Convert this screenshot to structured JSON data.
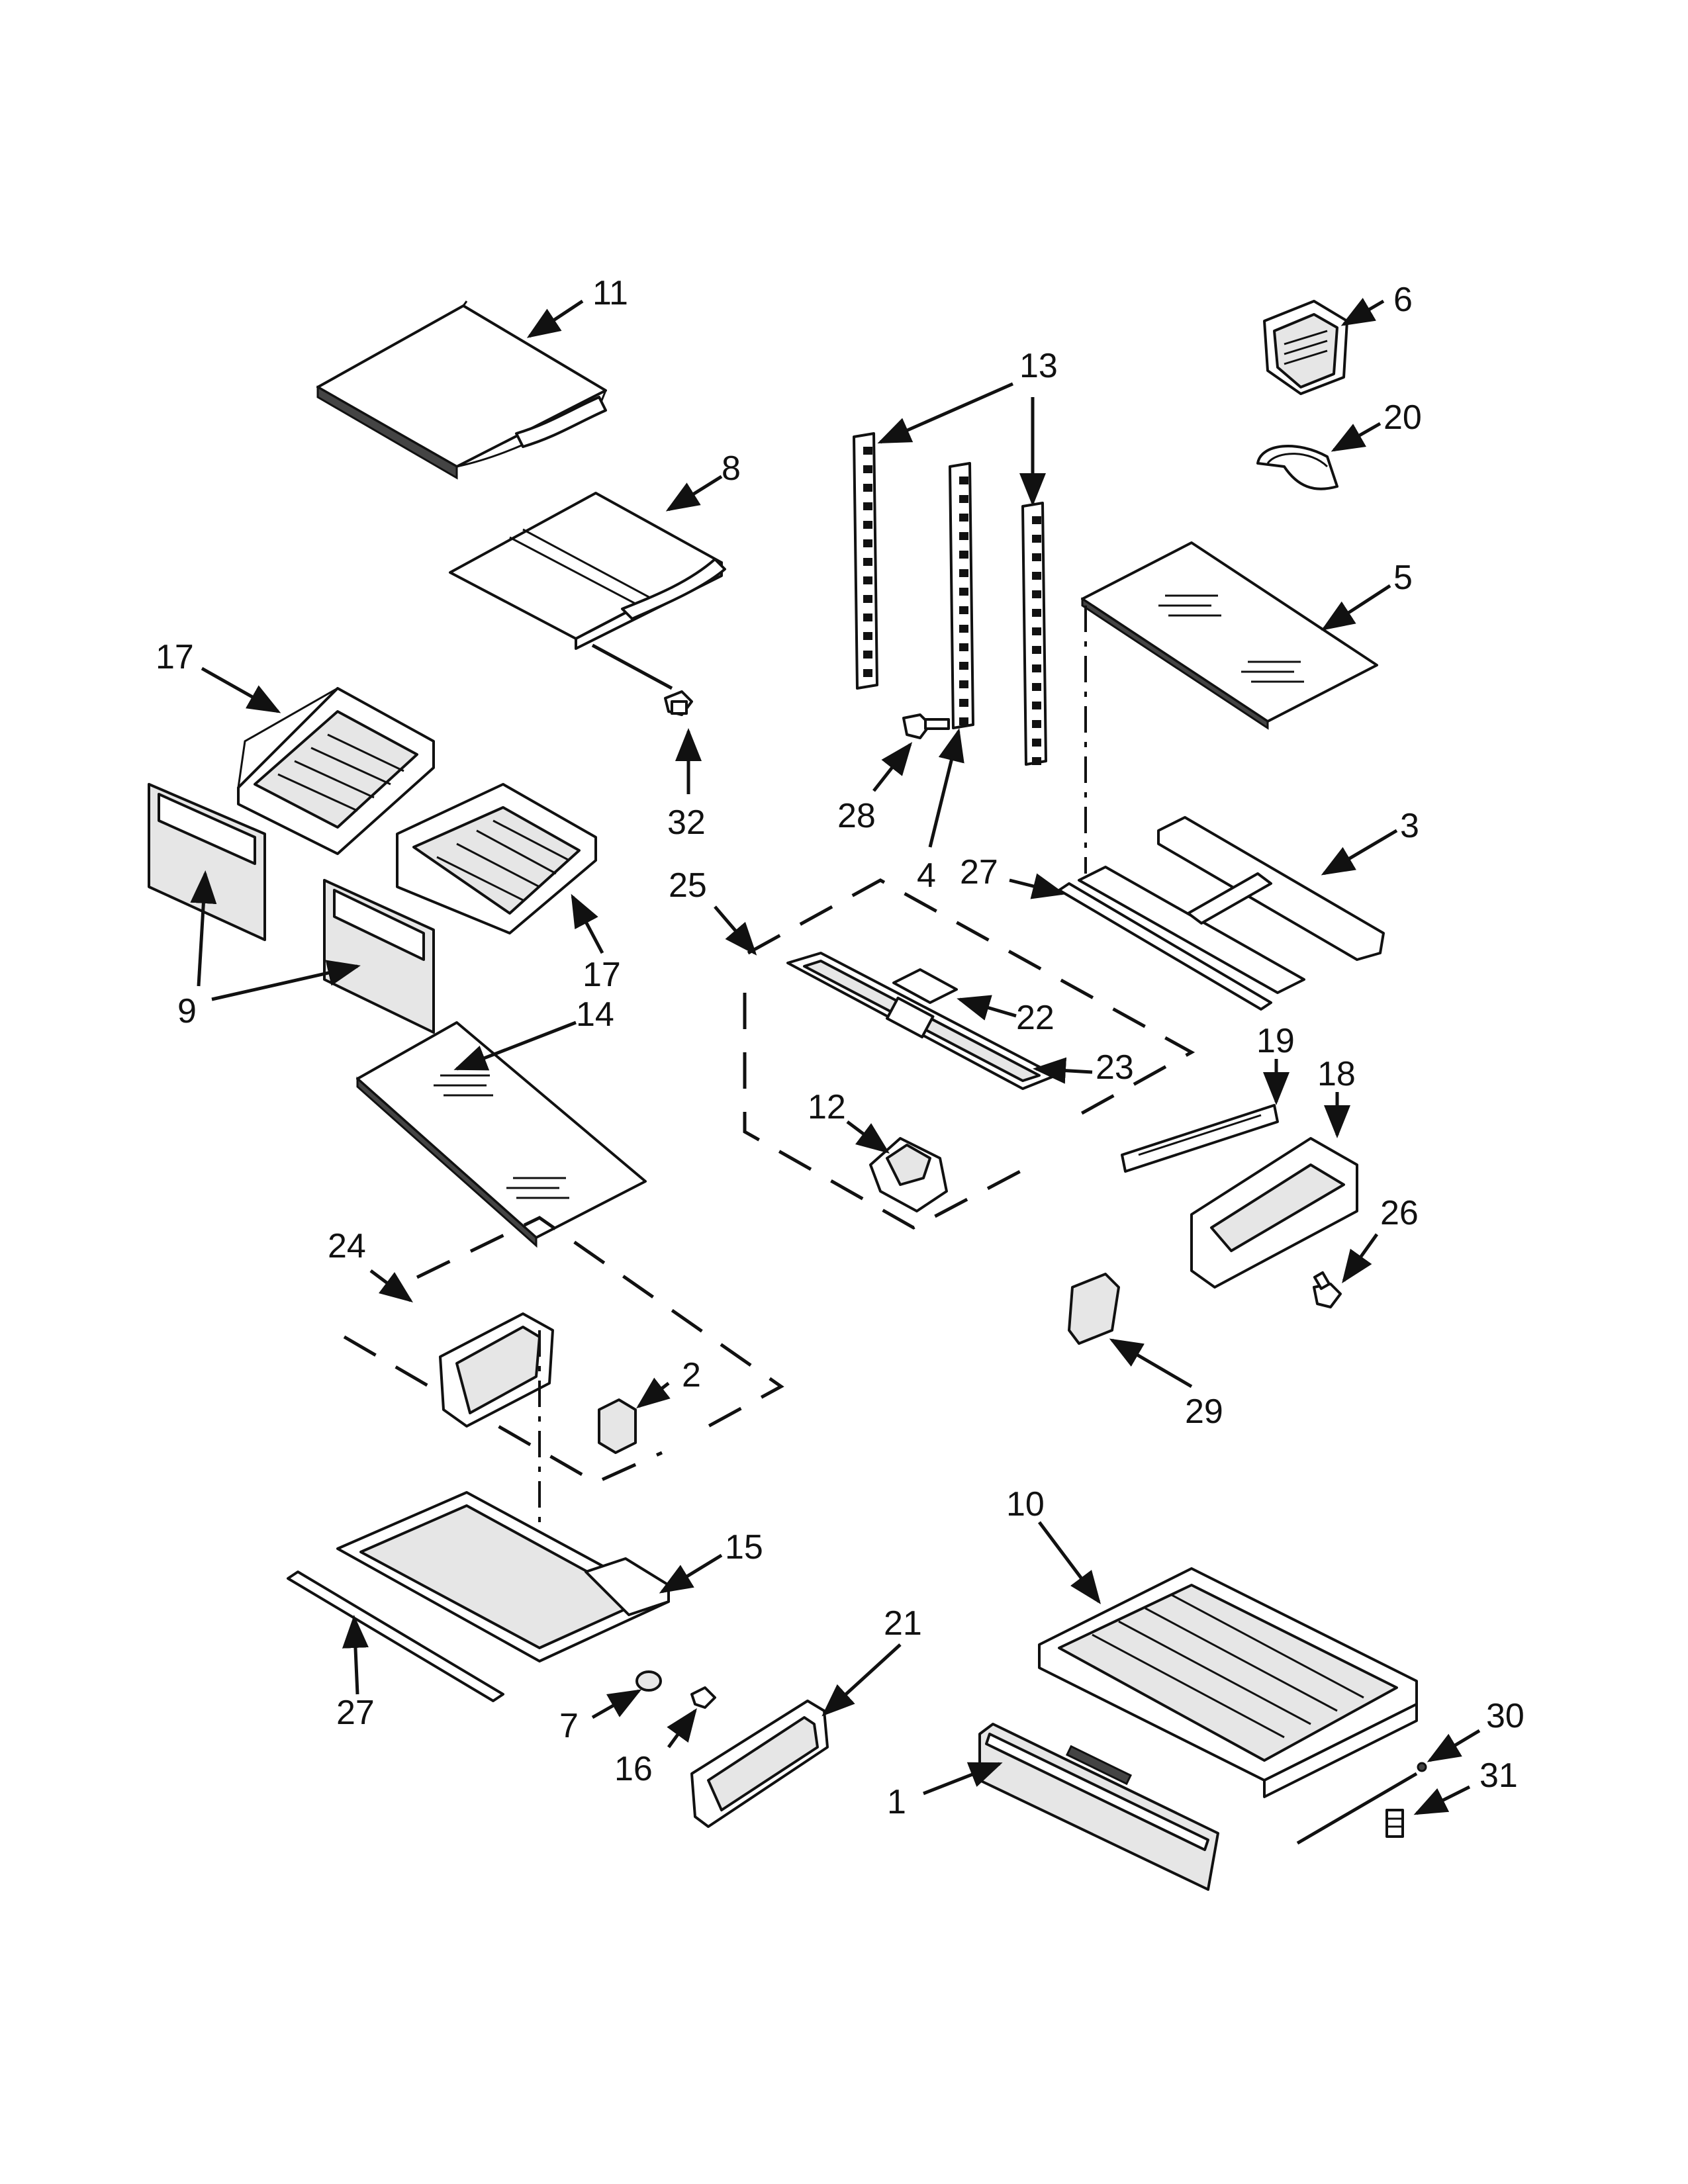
{
  "callouts": [
    "1",
    "2",
    "3",
    "4",
    "5",
    "6",
    "7",
    "8",
    "9",
    "10",
    "11",
    "12",
    "13",
    "14",
    "15",
    "16",
    "17",
    "17",
    "18",
    "19",
    "20",
    "21",
    "22",
    "23",
    "24",
    "25",
    "26",
    "27",
    "27",
    "28",
    "29",
    "30",
    "31",
    "32"
  ],
  "parts": {
    "shelf_top": "11",
    "shelf_split": "8",
    "screw_shelf": "32",
    "crisper_left": "17",
    "crisper_right": "17",
    "crisper_covers": "9",
    "glass_left": "14",
    "shelf_rails": "13",
    "screw_rail": "28",
    "rail_center": "4",
    "light_assembly": "25",
    "light_lens": "22",
    "light_housing": "23",
    "light_switch": "12",
    "dispenser_cap": "6",
    "dispenser_cup": "20",
    "glass_right": "5",
    "shelf_frame": "3",
    "trim_strip_upper": "27",
    "slide_rail": "19",
    "bracket": "18",
    "screw_bracket": "26",
    "pad": "29",
    "control_assembly": "24",
    "control_knob": "2",
    "drawer_cover": "15",
    "trim_strip_lower": "27",
    "bumper": "7",
    "screw_bumper": "16",
    "drawer_slide": "21",
    "pan_drawer": "10",
    "drawer_front": "1",
    "clip": "30",
    "screw_drawer": "31"
  }
}
